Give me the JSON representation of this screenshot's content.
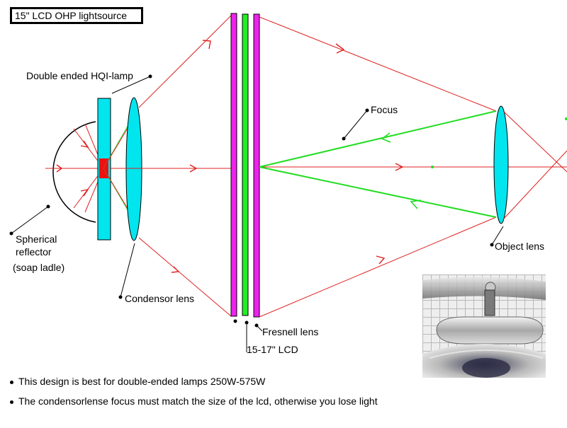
{
  "title": "15\" LCD OHP lightsource",
  "labels": {
    "lamp": "Double ended HQI-lamp",
    "reflector_line1": "Spherical",
    "reflector_line2": "reflector",
    "reflector_line3": "(soap ladle)",
    "condensor": "Condensor lens",
    "fresnel": "Fresnell lens",
    "lcd": "15-17\" LCD",
    "focus": "Focus",
    "object_lens": "Object lens"
  },
  "bullets": [
    "This design is best for double-ended lamps 250W-575W",
    "The condensorlense focus must match the size of the lcd, otherwise you lose light"
  ],
  "colors": {
    "ray": "#e02020",
    "focus_ray": "#22dd22",
    "lens": "#00e5ee",
    "lcd_panel": "#ee22ee",
    "fresnel_panel": "#22ee22",
    "lamp_core": "#ee1111"
  },
  "photo": {
    "subject": "HQI lamp photograph",
    "background": "grid paper"
  }
}
